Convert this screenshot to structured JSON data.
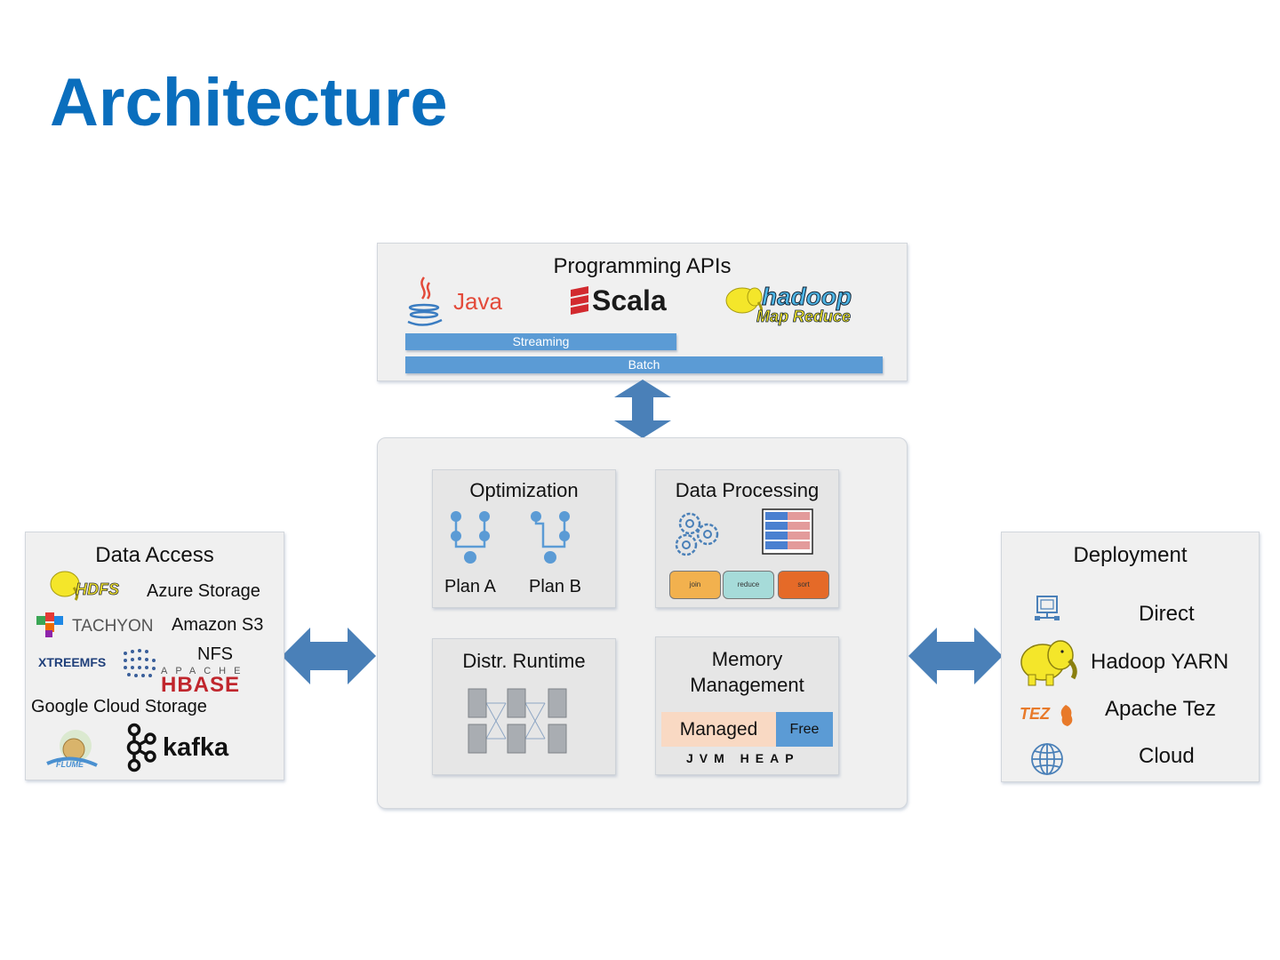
{
  "page": {
    "title": "Architecture",
    "title_color": "#0a6ebd"
  },
  "programming_apis": {
    "title": "Programming APIs",
    "logos": [
      {
        "name": "java-logo",
        "text": "Java"
      },
      {
        "name": "scala-logo",
        "text": "Scala"
      },
      {
        "name": "hadoop-mapreduce-logo",
        "text_top": "hadoop",
        "text_bottom": "Map Reduce"
      }
    ],
    "bars": [
      {
        "label": "Streaming"
      },
      {
        "label": "Batch"
      }
    ]
  },
  "core": {
    "optimization": {
      "title": "Optimization",
      "plans": [
        "Plan A",
        "Plan B"
      ]
    },
    "data_processing": {
      "title": "Data Processing",
      "operators": [
        "join",
        "reduce",
        "sort"
      ]
    },
    "distr_runtime": {
      "title": "Distr. Runtime"
    },
    "memory_management": {
      "title_line1": "Memory",
      "title_line2": "Management",
      "managed_label": "Managed",
      "free_label": "Free",
      "heap_label": "JVM HEAP"
    }
  },
  "data_access": {
    "title": "Data Access",
    "items": [
      {
        "logo": "HDFS"
      },
      {
        "text": "Azure Storage"
      },
      {
        "logo": "TACHYON"
      },
      {
        "text": "Amazon S3"
      },
      {
        "logo": "XTREEMFS"
      },
      {
        "text": "NFS"
      },
      {
        "logo_top": "APACHE",
        "logo": "HBASE"
      },
      {
        "text": "Google Cloud Storage"
      },
      {
        "logo": "FLUME"
      },
      {
        "logo": "kafka"
      }
    ]
  },
  "deployment": {
    "title": "Deployment",
    "items": [
      {
        "icon": "computer-icon",
        "label": "Direct"
      },
      {
        "icon": "hadoop-elephant-icon",
        "label": "Hadoop YARN"
      },
      {
        "icon": "tez-logo",
        "logo_text": "TEZ",
        "label": "Apache Tez"
      },
      {
        "icon": "globe-icon",
        "label": "Cloud"
      }
    ]
  },
  "colors": {
    "accent_blue": "#5b9bd5",
    "arrow_blue": "#4a80b8",
    "join": "#f2b14e",
    "reduce": "#a6dbd9",
    "sort": "#e56a28",
    "managed": "#f9d9c3"
  }
}
